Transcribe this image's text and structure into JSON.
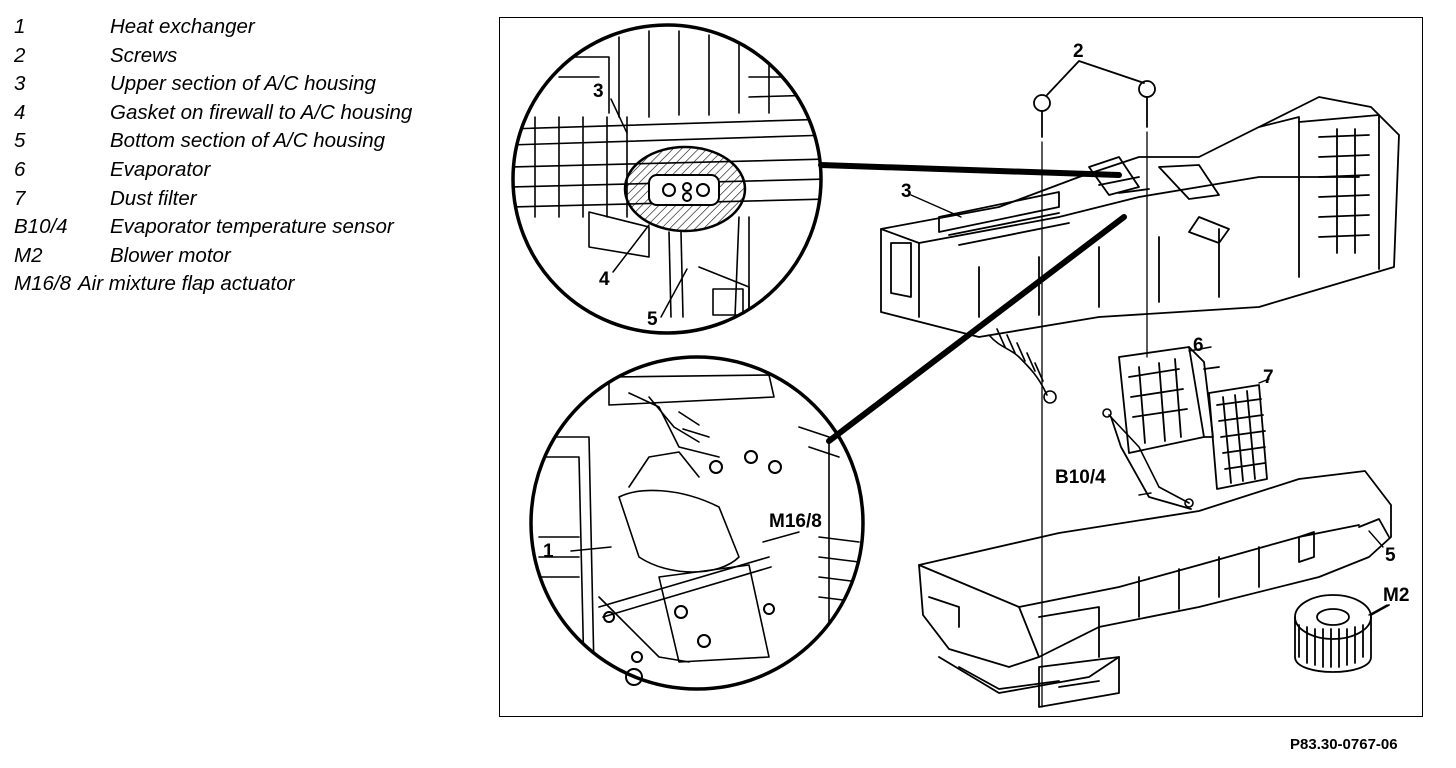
{
  "legend": [
    {
      "code": "1",
      "description": "Heat exchanger"
    },
    {
      "code": "2",
      "description": "Screws"
    },
    {
      "code": "3",
      "description": "Upper section of A/C housing"
    },
    {
      "code": "4",
      "description": "Gasket on firewall to A/C housing"
    },
    {
      "code": "5",
      "description": "Bottom section of A/C housing"
    },
    {
      "code": "6",
      "description": "Evaporator"
    },
    {
      "code": "7",
      "description": "Dust filter"
    },
    {
      "code": "B10/4",
      "description": "Evaporator temperature sensor"
    },
    {
      "code": "M2",
      "description": "Blower motor"
    },
    {
      "code": "M16/8",
      "description": "Air mixture flap actuator"
    }
  ],
  "callouts": {
    "top_detail": [
      "3",
      "4",
      "5"
    ],
    "bottom_detail": [
      "1",
      "M16/8"
    ],
    "main": [
      "2",
      "3",
      "6",
      "7",
      "B10/4",
      "5",
      "M2"
    ]
  },
  "figure_ref": "P83.30-0767-06"
}
